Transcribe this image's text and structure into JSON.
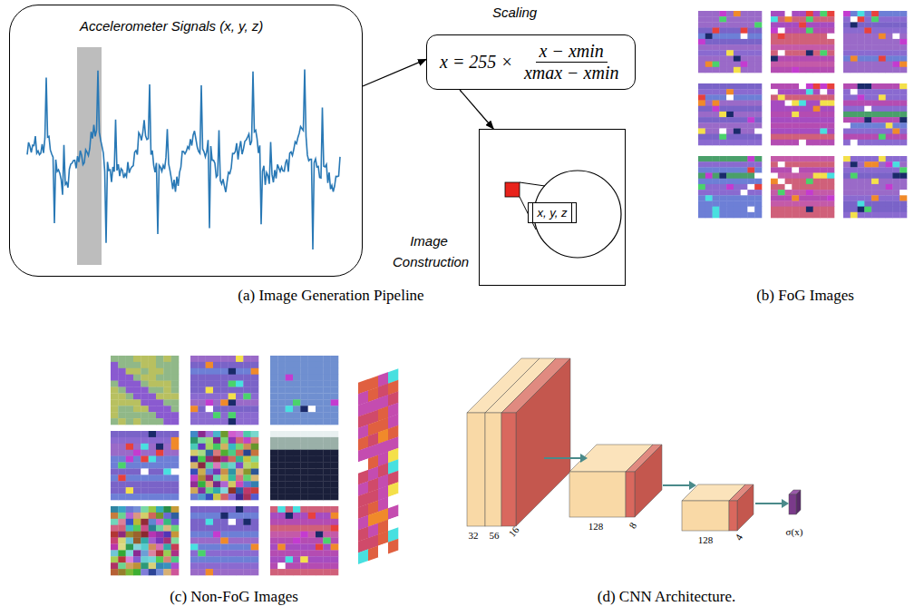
{
  "diagram": {
    "nodes": [
      {
        "text": [
          "Accelerometer Signals (x, y, z)"
        ]
      },
      {
        "text": [
          "Scaling",
          "x = 255 ×",
          "x − xmin",
          "xmax − xmin"
        ]
      },
      {
        "text": [
          "Image Construction"
        ]
      },
      {
        "text": [
          "x, y, z"
        ],
        "in": 2
      }
    ],
    "edges": [
      {
        "from": 0,
        "to": 1,
        "arrow": "to"
      },
      {
        "from": 1,
        "to": 2,
        "arrow": "to"
      }
    ],
    "labels": [
      "(a) Image Generation Pipeline",
      "(b) FoG Images",
      "(c) Non-FoG Images",
      "(d) CNN Architecture.",
      "32",
      "56",
      "16",
      "128",
      "8",
      "128",
      "4",
      "σ(x)"
    ]
  }
}
